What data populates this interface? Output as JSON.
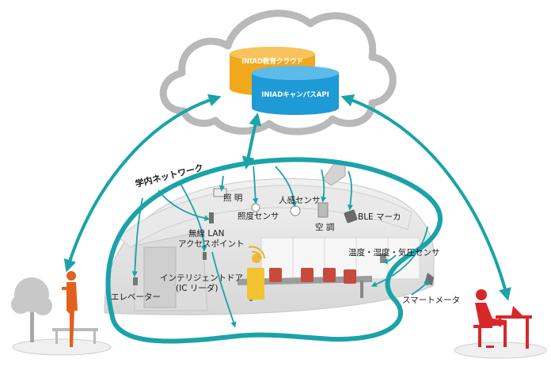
{
  "cloud": {
    "db_education": "INIAD教育クラウド",
    "db_campus_api": "INIADキャンパスAPI"
  },
  "network_label": "学内ネットワーク",
  "labels": {
    "lighting": "照 明",
    "illuminance_sensor": "照度センサ",
    "motion_sensor": "人感センサ",
    "air_conditioning": "空 調",
    "ble_marker": "BLE マーカ",
    "wireless_lan": "無線 LAN",
    "access_point": "アクセスポイント",
    "intelligent_door": "インテリジェントドア",
    "ic_reader": "(IC リーダ)",
    "elevator": "エレベーター",
    "env_sensor": "温度・湿度・気圧センサ",
    "smart_meter": "スマートメータ"
  },
  "colors": {
    "teal": "#1aa3a8",
    "orange_db": "#f2a81d",
    "blue_db": "#1e9ad6",
    "walker": "#e2601e",
    "desk_person": "#d8272a",
    "cloud_stroke": "#b9b9b9"
  }
}
